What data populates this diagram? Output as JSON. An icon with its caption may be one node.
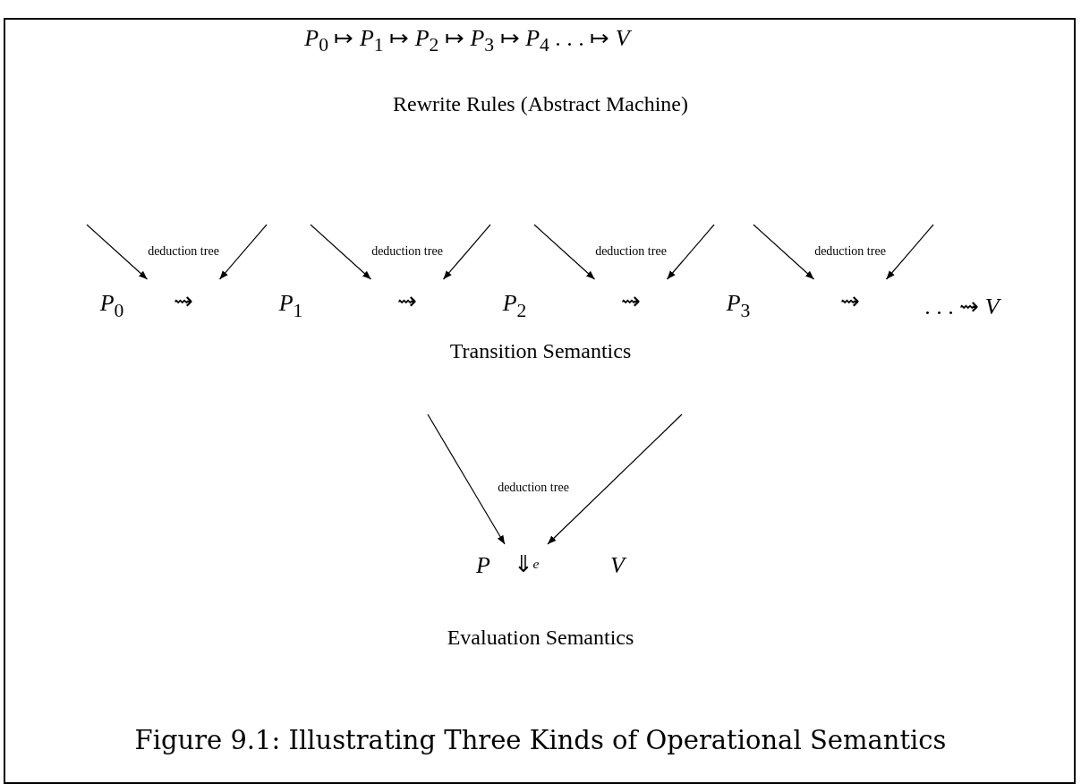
{
  "diagram": {
    "caption": "Figure 9.1: Illustrating Three Kinds of Operational Semantics",
    "nodes": [
      {
        "text": [
          "⇝"
        ]
      },
      {
        "text": [
          "⇝"
        ]
      },
      {
        "text": [
          "⇝"
        ]
      },
      {
        "text": [
          "⇝"
        ]
      },
      {
        "text": [
          "⇓$^{e}$"
        ]
      }
    ],
    "edges": [
      {
        "from": null,
        "to": 0,
        "arrow": "to"
      },
      {
        "from": null,
        "to": 0,
        "arrow": "to"
      },
      {
        "from": null,
        "to": 1,
        "arrow": "to"
      },
      {
        "from": null,
        "to": 1,
        "arrow": "to"
      },
      {
        "from": null,
        "to": 2,
        "arrow": "to"
      },
      {
        "from": null,
        "to": 2,
        "arrow": "to"
      },
      {
        "from": null,
        "to": 3,
        "arrow": "to"
      },
      {
        "from": null,
        "to": 3,
        "arrow": "to"
      },
      {
        "from": null,
        "to": 4,
        "arrow": "to"
      },
      {
        "from": null,
        "to": 4,
        "arrow": "to"
      }
    ],
    "labels": [
      "*P*$_{0}$ ↦ *P*$_{1}$ ↦ *P*$_{2}$ ↦ *P*$_{3}$ ↦ *P*$_{4}$ . . . ↦ *V*",
      "Rewrite Rules (Abstract Machine)",
      "deduction tree",
      "deduction tree",
      "deduction tree",
      "deduction tree",
      "*P*$_{0}$",
      "*P*$_{1}$",
      "*P*$_{2}$",
      "*P*$_{3}$",
      ". . . ⇝ *V*",
      "Transition Semantics",
      "deduction tree",
      "*P*",
      "*V*",
      "Evaluation Semantics"
    ]
  }
}
